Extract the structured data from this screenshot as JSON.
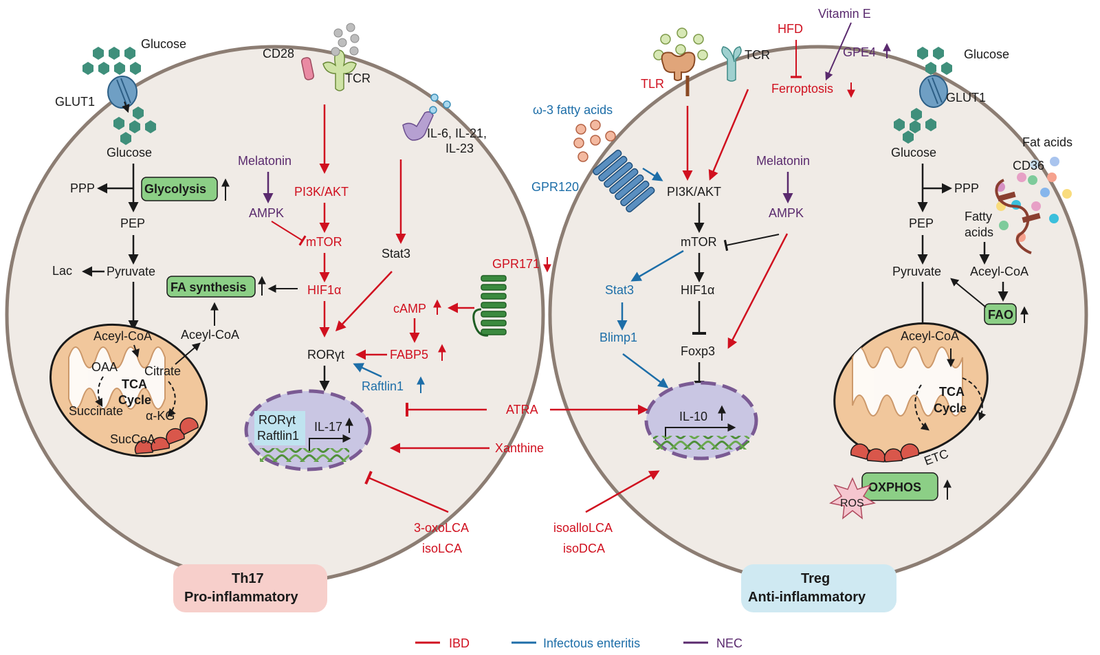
{
  "colors": {
    "ibd": "#d0101f",
    "infectious": "#1d6ea8",
    "nec": "#5a2a6e",
    "cell_fill": "#f0ebe6",
    "cell_border": "#8c7d73",
    "box_green": "#8ccf86",
    "mito": "#f1c79c",
    "nucleus": "#c9c6e3"
  },
  "th17": {
    "label_line1": "Th17",
    "label_line2": "Pro-inflammatory",
    "glucose_out": "Glucose",
    "glut1": "GLUT1",
    "glucose_in": "Glucose",
    "ppp": "PPP",
    "glycolysis": "Glycolysis",
    "pep": "PEP",
    "lac": "Lac",
    "pyruvate": "Pyruvate",
    "fa_synthesis": "FA synthesis",
    "acetyl_coa_out": "Aceyl-CoA",
    "mito": {
      "acetyl_coa": "Aceyl-CoA",
      "oaa": "OAA",
      "citrate": "Citrate",
      "tca1": "TCA",
      "tca2": "Cycle",
      "succinate": "Succinate",
      "akg": "α-KG",
      "succoa": "SucCoA"
    },
    "cd28": "CD28",
    "tcr": "TCR",
    "il_receptor_line1": "IL-6, IL-21,",
    "il_receptor_line2": "IL-23",
    "melatonin": "Melatonin",
    "ampk": "AMPK",
    "pi3k": "PI3K/AKT",
    "mtor": "mTOR",
    "hif1a": "HIF1α",
    "stat3": "Stat3",
    "gpr171": "GPR171",
    "camp": "cAMP",
    "fabp5": "FABP5",
    "rorgt": "RORγt",
    "raftlin1": "Raftlin1",
    "nucleus_box_line1": "RORγt",
    "nucleus_box_line2": "Raftlin1",
    "il17": "IL-17"
  },
  "middle": {
    "atra": "ATRA",
    "xanthine": "Xanthine",
    "oxolca": "3-oxoLCA",
    "isolca": "isoLCA",
    "isoallolca": "isoalloLCA",
    "isodca": "isoDCA"
  },
  "treg": {
    "label_line1": "Treg",
    "label_line2": "Anti-inflammatory",
    "tlr": "TLR",
    "tcr": "TCR",
    "hfd": "HFD",
    "vitamin_e": "Vitamin E",
    "gpe4": "GPE4",
    "ferroptosis": "Ferroptosis",
    "omega3": "ω-3 fatty acids",
    "gpr120": "GPR120",
    "pi3k": "PI3K/AKT",
    "melatonin": "Melatonin",
    "ampk": "AMPK",
    "mtor": "mTOR",
    "stat3": "Stat3",
    "hif1a": "HIF1α",
    "blimp1": "Blimp1",
    "foxp3": "Foxp3",
    "il10": "IL-10",
    "glucose_out": "Glucose",
    "glut1": "GLUT1",
    "glucose_in": "Glucose",
    "ppp": "PPP",
    "fat_acids": "Fat acids",
    "cd36": "CD36",
    "pep": "PEP",
    "fatty_acids_line1": "Fatty",
    "fatty_acids_line2": "acids",
    "pyruvate": "Pyruvate",
    "acetyl_coa": "Aceyl-CoA",
    "fao": "FAO",
    "mito_acetyl_coa": "Aceyl-CoA",
    "tca1": "TCA",
    "tca2": "Cycle",
    "etc": "ETC",
    "oxphos": "OXPHOS",
    "ros": "ROS"
  },
  "legend": [
    {
      "label": "IBD",
      "color": "#d0101f"
    },
    {
      "label": "Infectous enteritis",
      "color": "#1d6ea8"
    },
    {
      "label": "NEC",
      "color": "#5a2a6e"
    }
  ]
}
